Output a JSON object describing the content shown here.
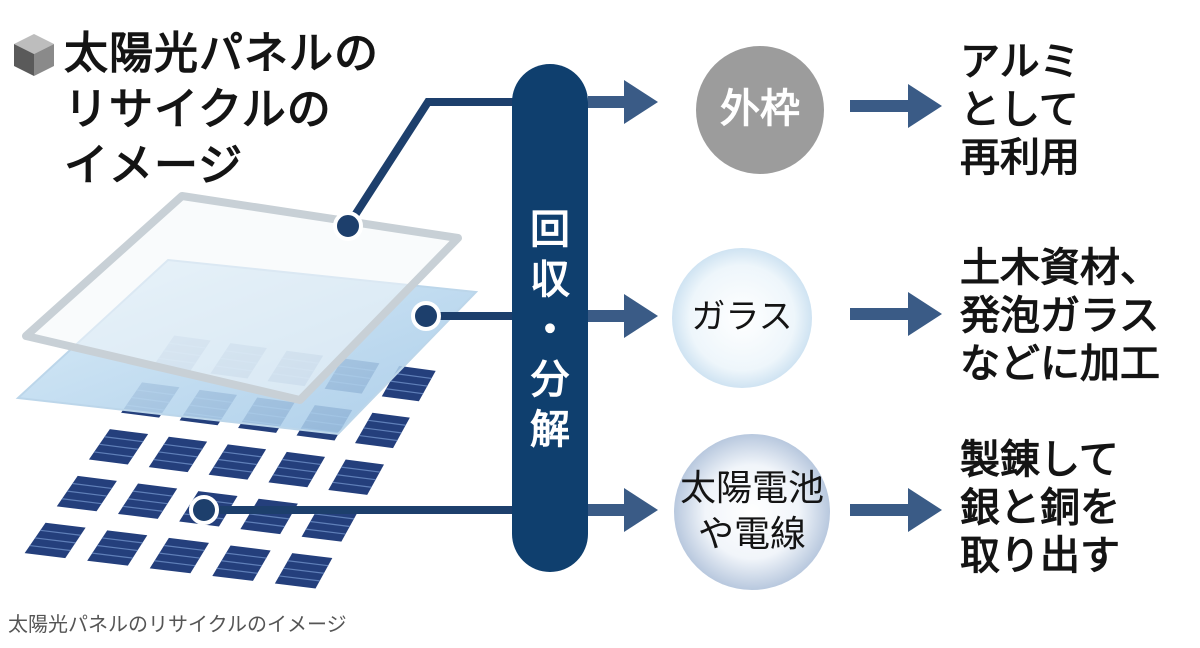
{
  "title_lines": [
    "太陽光パネルの",
    "リサイクルの",
    "イメージ"
  ],
  "center_bar_lines": [
    "回",
    "収",
    "・",
    "分",
    "解"
  ],
  "components": [
    {
      "lines": [
        "外枠"
      ]
    },
    {
      "lines": [
        "ガラス"
      ]
    },
    {
      "lines": [
        "太陽電池",
        "や電線"
      ]
    }
  ],
  "results": [
    {
      "lines": [
        "アルミ",
        "として",
        "再利用"
      ]
    },
    {
      "lines": [
        "土木資材、",
        "発泡ガラス",
        "などに加工"
      ]
    },
    {
      "lines": [
        "製錬して",
        "銀と銅を",
        "取り出す"
      ]
    }
  ],
  "caption": "太陽光パネルのリサイクルのイメージ",
  "colors": {
    "navy": "#0f3f6e",
    "arrow": "#3a5b86",
    "frame_circle": "#9c9c9c",
    "cell": "#243f7c"
  },
  "icons": [
    "cube-icon"
  ]
}
